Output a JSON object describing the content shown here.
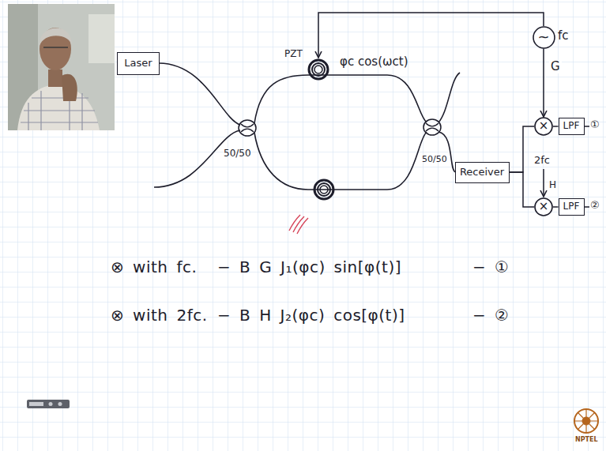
{
  "diagram": {
    "nodes": [
      {
        "text": [
          "Laser"
        ]
      },
      {
        "text": [
          "~"
        ]
      },
      {
        "text": [
          "×"
        ]
      },
      {
        "text": [
          "LPF"
        ]
      },
      {
        "text": [
          "Receiver"
        ]
      },
      {
        "text": [
          "×"
        ]
      },
      {
        "text": [
          "LPF"
        ]
      }
    ],
    "edges": [
      {
        "from": 1,
        "to": 2,
        "arrow": "to",
        "label": "G"
      },
      {
        "from": 4,
        "to": 2,
        "arrow": "none"
      },
      {
        "from": 4,
        "to": 5,
        "arrow": "none"
      },
      {
        "from": 2,
        "to": 3,
        "arrow": "none"
      },
      {
        "from": 5,
        "to": 6,
        "arrow": "none"
      }
    ],
    "labels": [
      "PZT",
      "φc cos(ωct)",
      "50/50",
      "50/50",
      "fc",
      "2fc",
      "H",
      "①",
      "②",
      "⊗ with fc.",
      "− B G J₁(φc) sin[φ(t)]",
      "− ①",
      "⊗ with 2fc.",
      "− B H J₂(φc) cos[φ(t)]",
      "− ②",
      "NPTEL"
    ]
  }
}
